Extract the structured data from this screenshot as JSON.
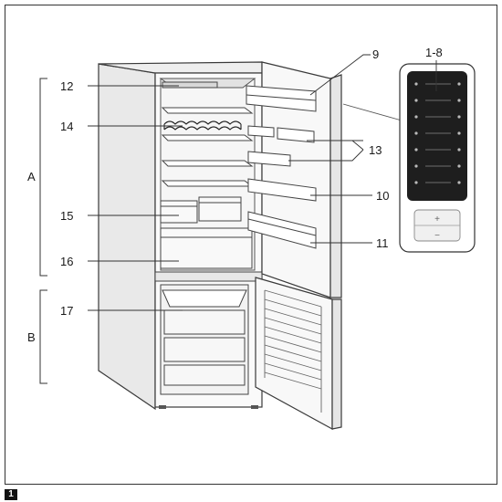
{
  "figure": {
    "number": "1"
  },
  "sections": {
    "upper": "A",
    "lower": "B"
  },
  "callouts": {
    "c12": "12",
    "c14": "14",
    "c15": "15",
    "c16": "16",
    "c17": "17",
    "c9": "9",
    "c1_8": "1-8",
    "c13": "13",
    "c10": "10",
    "c11": "11"
  },
  "control_panel": {
    "plus_symbol": "+",
    "minus_symbol": "−",
    "row_labels": [
      "oooo",
      "oooo",
      "oooo",
      "oooo",
      "oooo",
      "oooo",
      "oooo"
    ]
  },
  "colors": {
    "line": "#3a3a3a",
    "fridge_fill": "#f3f3f3",
    "panel_dark": "#1e1e1e"
  }
}
